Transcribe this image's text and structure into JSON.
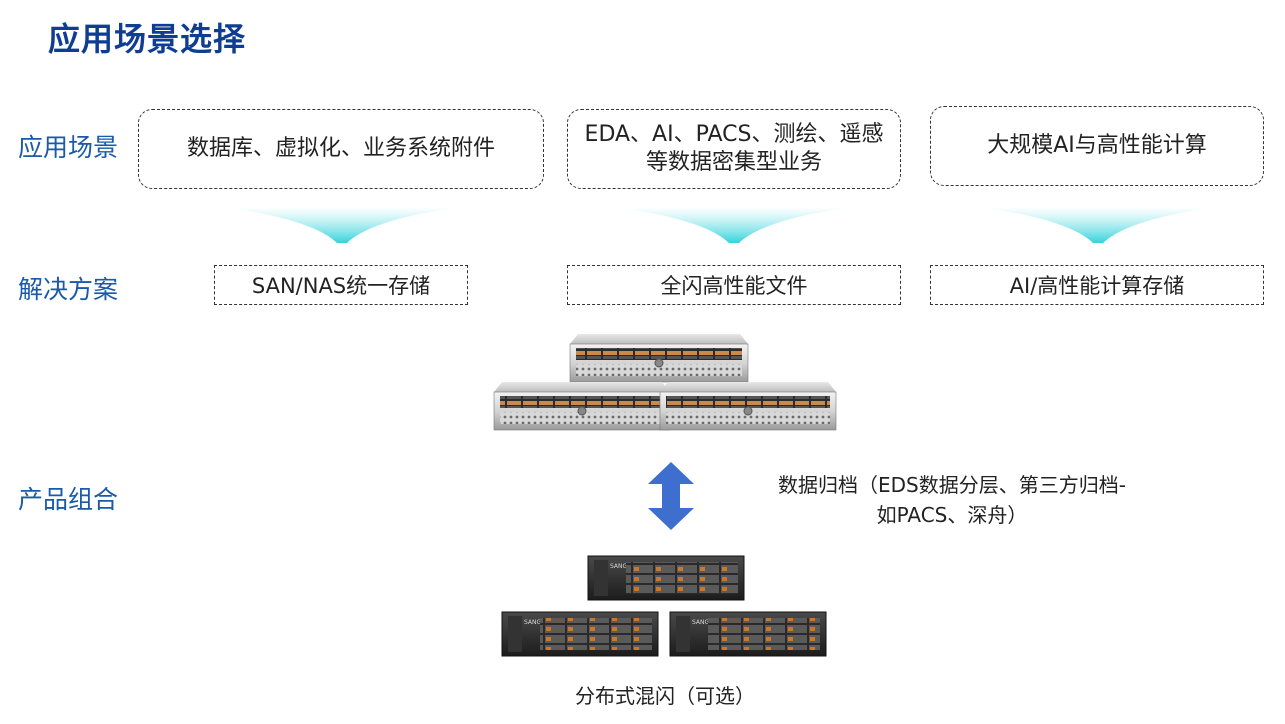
{
  "page": {
    "title": "应用场景选择"
  },
  "rows": {
    "scenario_label": "应用场景",
    "solution_label": "解决方案",
    "product_label": "产品组合"
  },
  "scenarios": [
    {
      "line1": "数据库、虚拟化、业务系统附件",
      "line2": ""
    },
    {
      "line1": "EDA、AI、PACS、测绘、遥感",
      "line2": "等数据密集型业务"
    },
    {
      "line1": "大规模AI与高性能计算",
      "line2": ""
    }
  ],
  "solutions": [
    "SAN/NAS统一存储",
    "全闪高性能文件",
    "AI/高性能计算存储"
  ],
  "archive": {
    "line1": "数据归档（EDS数据分层、第三方归档-",
    "line2": "如PACS、深舟）"
  },
  "bottom_caption": "分布式混闪（可选）",
  "server_brand": "SANGFOR",
  "colors": {
    "title": "#0f3d91",
    "row_label": "#1a5aa8",
    "flow_arrow": "#3dd6dc",
    "archive_arrow": "#3f6fce"
  }
}
